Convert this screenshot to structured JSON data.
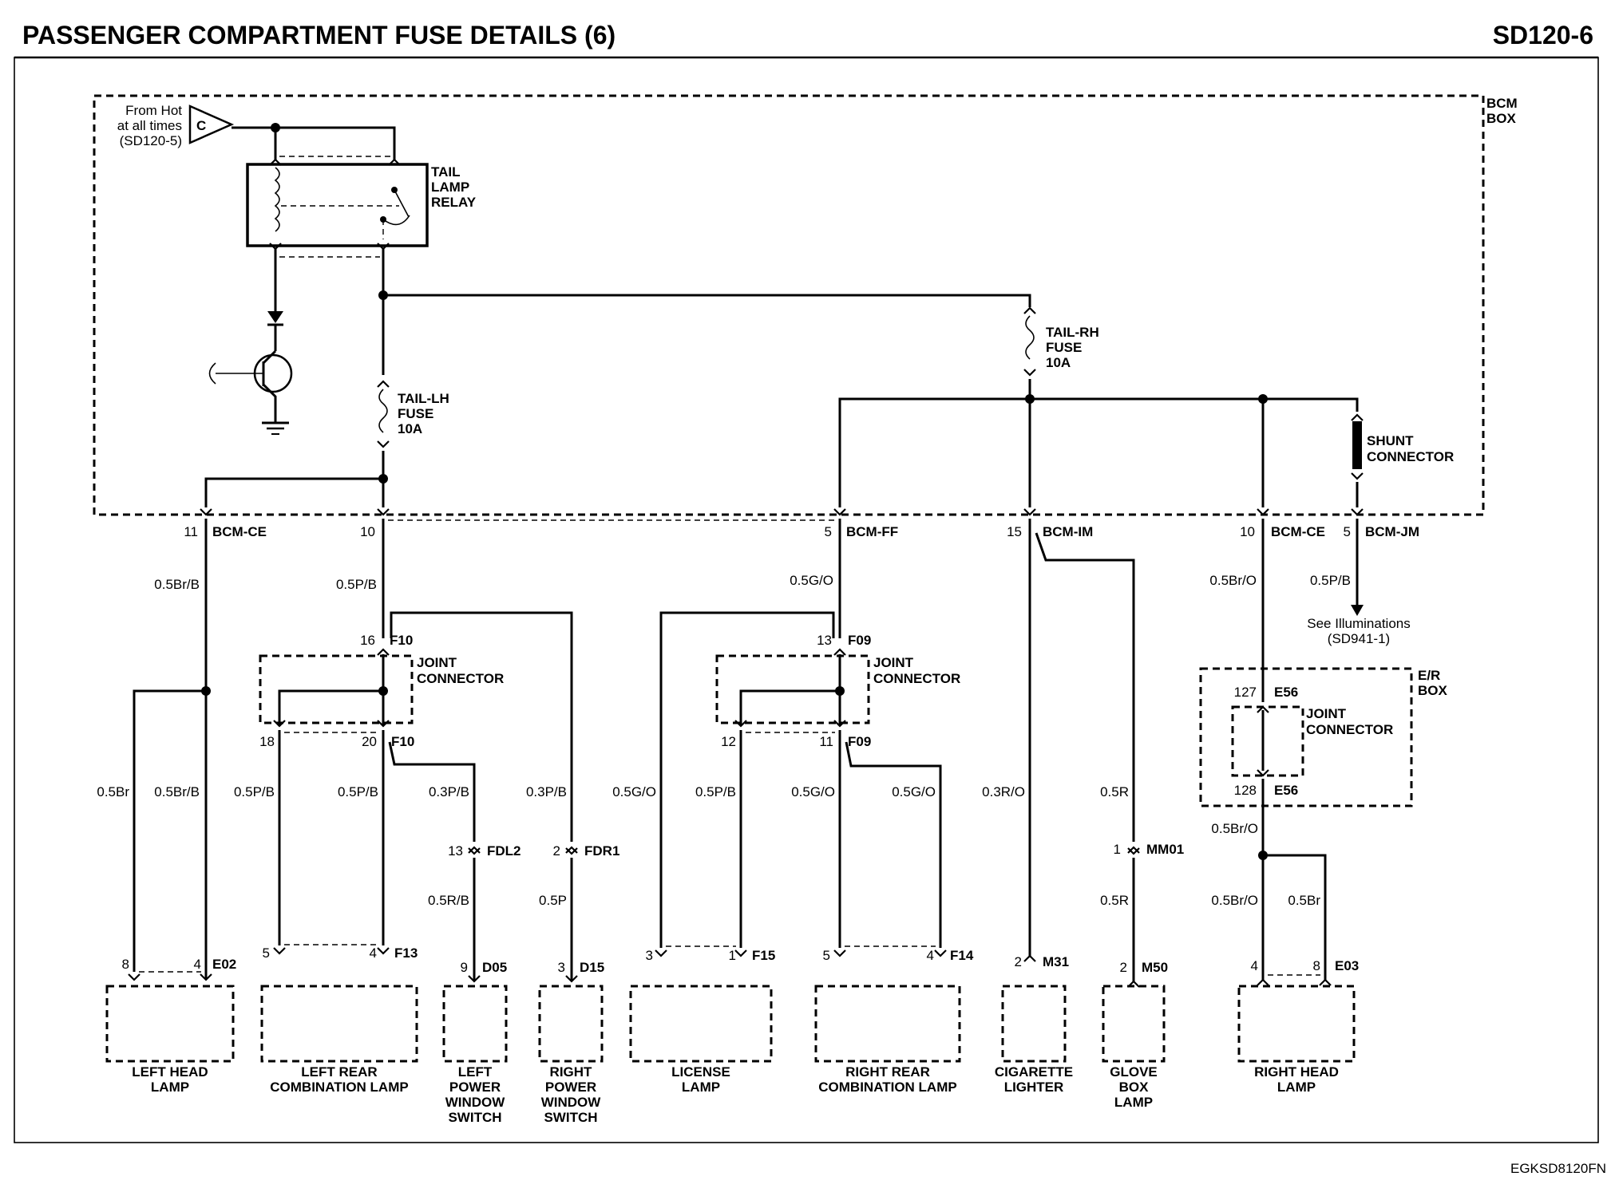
{
  "title": "PASSENGER COMPARTMENT FUSE DETAILS (6)",
  "page_id": "SD120-6",
  "footer_code": "EGKSD8120FN",
  "source": {
    "lines": [
      "From Hot",
      "at all times",
      "(SD120-5)"
    ],
    "connector": "C"
  },
  "bcm_box": [
    "BCM",
    "BOX"
  ],
  "tail_lamp_relay": [
    "TAIL",
    "LAMP",
    "RELAY"
  ],
  "tail_lh_fuse": [
    "TAIL-LH",
    "FUSE",
    "10A"
  ],
  "tail_rh_fuse": [
    "TAIL-RH",
    "FUSE",
    "10A"
  ],
  "shunt_connector": [
    "SHUNT",
    "CONNECTOR"
  ],
  "joint_connector": [
    "JOINT",
    "CONNECTOR"
  ],
  "er_box": [
    "E/R",
    "BOX"
  ],
  "see_illuminations": [
    "See Illuminations",
    "(SD941-1)"
  ],
  "bcm_pins": [
    {
      "pin": "11",
      "name": "BCM-CE"
    },
    {
      "pin": "10",
      "name": ""
    },
    {
      "pin": "5",
      "name": "BCM-FF"
    },
    {
      "pin": "15",
      "name": "BCM-IM"
    },
    {
      "pin": "10",
      "name": "BCM-CE"
    },
    {
      "pin": "5",
      "name": "BCM-JM"
    }
  ],
  "connectors": {
    "f10_top": {
      "pin": "16",
      "name": "F10"
    },
    "f10_bot_l": {
      "pin": "18"
    },
    "f10_bot_r": {
      "pin": "20",
      "name": "F10"
    },
    "f09_top": {
      "pin": "13",
      "name": "F09"
    },
    "f09_bot_l": {
      "pin": "12"
    },
    "f09_bot_r": {
      "pin": "11",
      "name": "F09"
    },
    "e56_top": {
      "pin": "127",
      "name": "E56"
    },
    "e56_bot": {
      "pin": "128",
      "name": "E56"
    },
    "fdl2": {
      "pin": "13",
      "name": "FDL2"
    },
    "fdr1": {
      "pin": "2",
      "name": "FDR1"
    },
    "mm01": {
      "pin": "1",
      "name": "MM01"
    },
    "e02": {
      "pin_a": "8",
      "pin_b": "4",
      "name": "E02"
    },
    "f13": {
      "pin_a": "5",
      "pin_b": "4",
      "name": "F13"
    },
    "d05": {
      "pin": "9",
      "name": "D05"
    },
    "d15": {
      "pin": "3",
      "name": "D15"
    },
    "f15": {
      "pin_a": "3",
      "pin_b": "1",
      "name": "F15"
    },
    "f14": {
      "pin_a": "5",
      "pin_b": "4",
      "name": "F14"
    },
    "m31": {
      "pin": "2",
      "name": "M31"
    },
    "m50": {
      "pin": "2",
      "name": "M50"
    },
    "e03": {
      "pin_a": "4",
      "pin_b": "8",
      "name": "E03"
    }
  },
  "wires": {
    "w1": "0.5Br/B",
    "w2": "0.5P/B",
    "w3": "0.5G/O",
    "w4": "0.5Br/O",
    "w5": "0.5P/B",
    "w6": "0.5Br",
    "w7": "0.5Br/B",
    "w8": "0.5P/B",
    "w9": "0.5P/B",
    "w10": "0.3P/B",
    "w11": "0.3P/B",
    "w12": "0.5G/O",
    "w13": "0.5P/B",
    "w14": "0.5G/O",
    "w15": "0.5G/O",
    "w16": "0.3R/O",
    "w17": "0.5R",
    "w18": "0.5R/B",
    "w19": "0.5P",
    "w20": "0.5R",
    "w21": "0.5Br/O",
    "w22": "0.5Br/O",
    "w23": "0.5Br"
  },
  "components": {
    "left_head_lamp": [
      "LEFT HEAD",
      "LAMP"
    ],
    "left_rear_comb": [
      "LEFT REAR",
      "COMBINATION LAMP"
    ],
    "left_pw_switch": [
      "LEFT",
      "POWER",
      "WINDOW",
      "SWITCH"
    ],
    "right_pw_switch": [
      "RIGHT",
      "POWER",
      "WINDOW",
      "SWITCH"
    ],
    "license_lamp": [
      "LICENSE",
      "LAMP"
    ],
    "right_rear_comb": [
      "RIGHT REAR",
      "COMBINATION LAMP"
    ],
    "cig_lighter": [
      "CIGARETTE",
      "LIGHTER"
    ],
    "glove_box_lamp": [
      "GLOVE",
      "BOX",
      "LAMP"
    ],
    "right_head_lamp": [
      "RIGHT HEAD",
      "LAMP"
    ]
  }
}
